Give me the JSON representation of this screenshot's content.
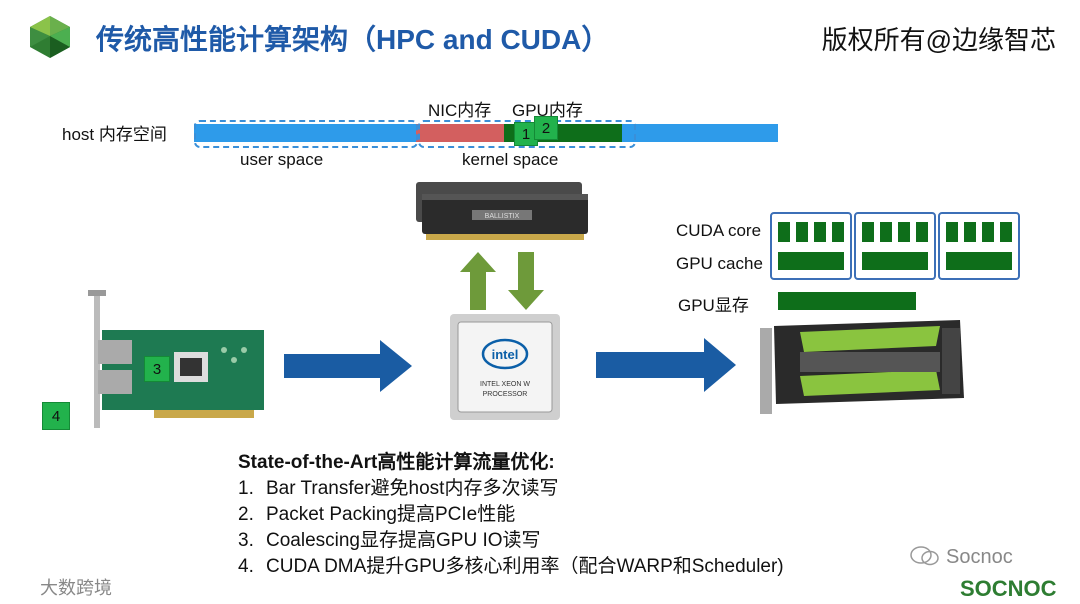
{
  "header": {
    "title": "传统高性能计算架构（HPC and CUDA）",
    "copyright": "版权所有@边缘智芯",
    "logo_icon": "green-gem-logo"
  },
  "memory_bar": {
    "host_label": "host 内存空间",
    "nic_label": "NIC内存",
    "gpu_label": "GPU内存",
    "user_space_label": "user space",
    "kernel_space_label": "kernel space",
    "markers": [
      "1",
      "2"
    ]
  },
  "gpu_panel": {
    "cuda_core_label": "CUDA core",
    "gpu_cache_label": "GPU cache",
    "gpu_mem_label": "GPU显存"
  },
  "nic": {
    "marker": "3"
  },
  "left_marker": "4",
  "cpu": {
    "brand": "intel",
    "line1": "INTEL XEON W",
    "line2": "PROCESSOR"
  },
  "ram_label": "BALLISTIX",
  "optimization": {
    "heading": "State-of-the-Art高性能计算流量优化:",
    "items": [
      "Bar Transfer避免host内存多次读写",
      "Packet Packing提高PCIe性能",
      "Coalescing显存提高GPU IO读写",
      "CUDA DMA提升GPU多核心利用率（配合WARP和Scheduler)"
    ]
  },
  "watermark": {
    "left": "大数跨境",
    "right_top": "Socnoc",
    "right_bottom": "SOCNOC"
  },
  "colors": {
    "title_blue": "#1f5aa8",
    "bar_blue": "#2e9bea",
    "nic_red": "#d35f5f",
    "gpu_green": "#0e6e1a",
    "arrow_blue": "#1a5ca3",
    "arrow_green": "#6e9a3a",
    "marker_green": "#22b24c"
  }
}
